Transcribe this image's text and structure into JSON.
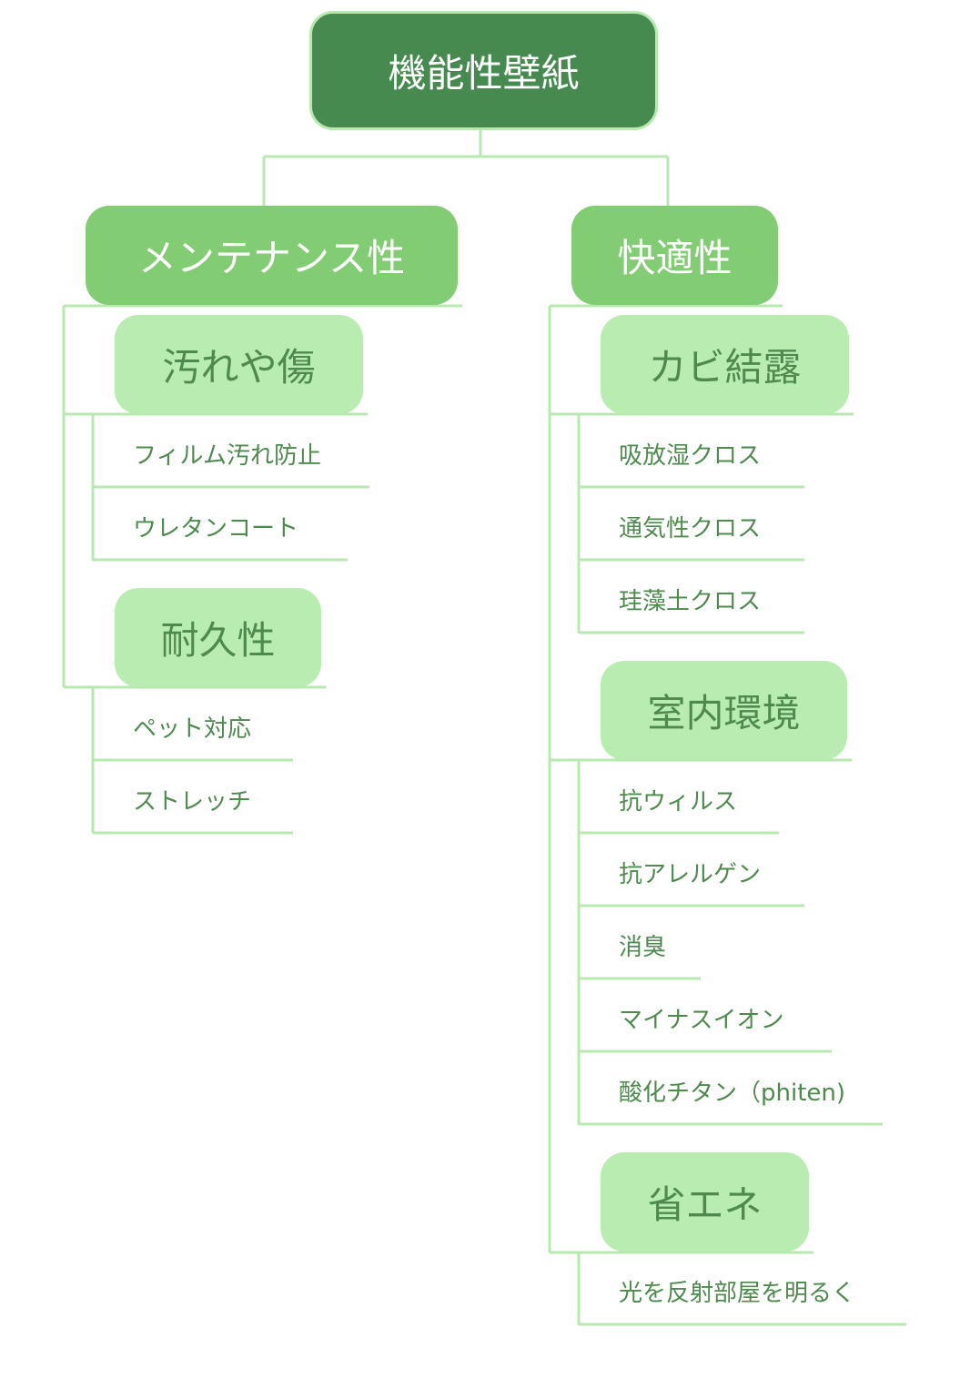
{
  "root": {
    "label": "機能性壁紙"
  },
  "categories": [
    {
      "label": "メンテナンス性",
      "groups": [
        {
          "label": "汚れや傷",
          "items": [
            "フィルム汚れ防止",
            "ウレタンコート"
          ]
        },
        {
          "label": "耐久性",
          "items": [
            "ペット対応",
            "ストレッチ"
          ]
        }
      ]
    },
    {
      "label": "快適性",
      "groups": [
        {
          "label": "カビ結露",
          "items": [
            "吸放湿クロス",
            "通気性クロス",
            "珪藻土クロス"
          ]
        },
        {
          "label": "室内環境",
          "items": [
            "抗ウィルス",
            "抗アレルゲン",
            "消臭",
            "マイナスイオン",
            "酸化チタン（phiten)"
          ]
        },
        {
          "label": "省エネ",
          "items": [
            "光を反射部屋を明るく"
          ]
        }
      ]
    }
  ],
  "colors": {
    "root_fill": "#468a50",
    "category_fill": "#82cc74",
    "group_fill": "#b9ecb1",
    "connector": "#b7e8b0",
    "leaf_text": "#4e8a4e",
    "light_text": "#ffffff"
  }
}
